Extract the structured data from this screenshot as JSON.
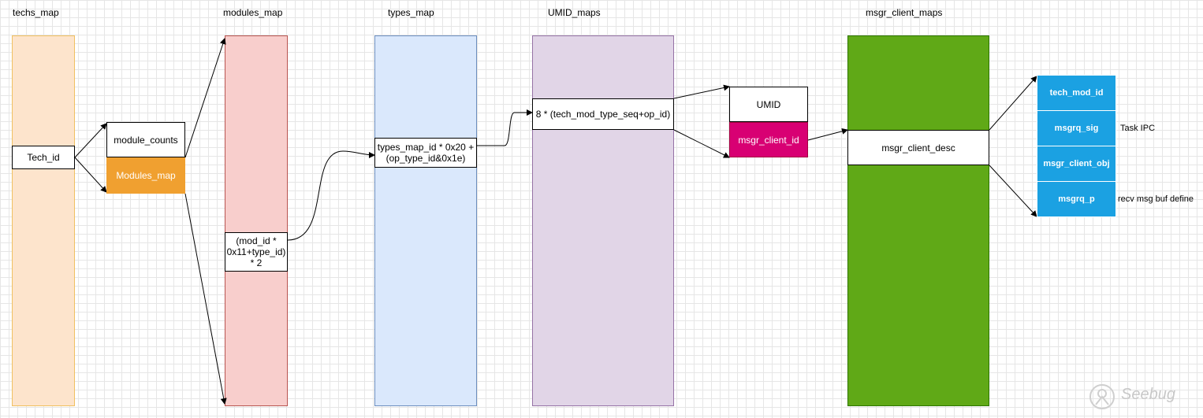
{
  "titles": {
    "techs_map": "techs_map",
    "modules_map": "modules_map",
    "types_map": "types_map",
    "umid_maps": "UMID_maps",
    "msgr_client_maps": "msgr_client_maps"
  },
  "boxes": {
    "tech_id": "Tech_id",
    "module_counts": "module_counts",
    "modules_map_entry": "Modules_map",
    "mod_index_line1": "(mod_id *",
    "mod_index_line2": "0x11+type_id)",
    "mod_index_line3": "* 2",
    "types_index_line1": "types_map_id * 0x20 +",
    "types_index_line2": "(op_type_id&0x1e)",
    "umid_index": "8 * (tech_mod_type_seq+op_id)",
    "umid": "UMID",
    "msgr_client_id": "msgr_client_id",
    "msgr_client_desc": "msgr_client_desc",
    "tech_mod_id": "tech_mod_id",
    "msgrq_sig": "msgrq_sig",
    "msgr_client_obj": "msgr_client_obj",
    "msgrq_p": "msgrq_p"
  },
  "side_labels": {
    "task_ipc": "Task IPC",
    "recv_msg_buf": "recv msg buf define"
  },
  "watermark": "Seebug",
  "colors": {
    "techs_col": "#fde4cc",
    "modules_col": "#f8cecc",
    "types_col": "#dae8fc",
    "umid_col": "#e1d5e7",
    "msgr_col": "#60a917",
    "orange": "#f0a030",
    "magenta": "#d80073",
    "blue": "#1ba1e2"
  }
}
